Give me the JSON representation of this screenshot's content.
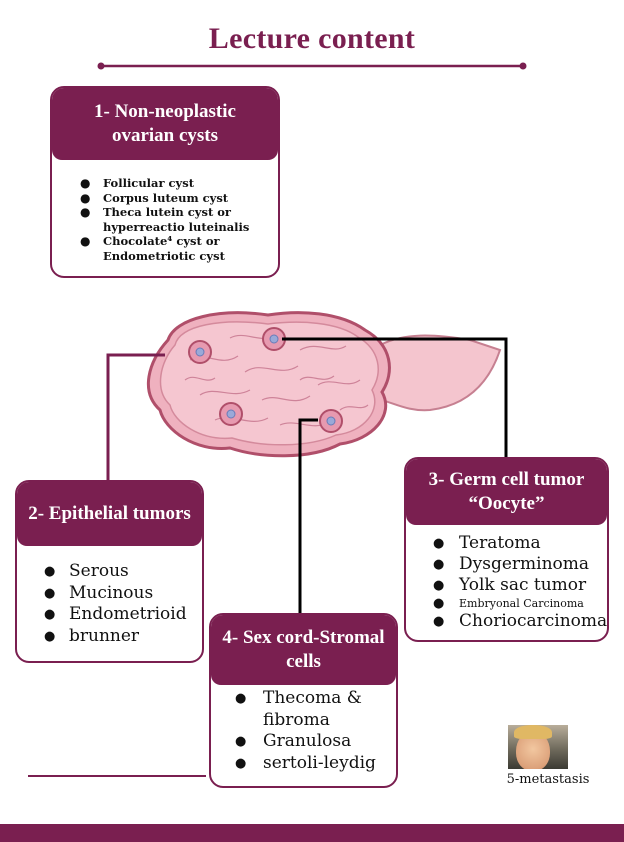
{
  "title": "Lecture content",
  "colors": {
    "accent": "#7a1f50",
    "ovary_fill": "#efb1bf",
    "ovary_stroke": "#b04f6a"
  },
  "boxes": {
    "non_neoplastic": {
      "heading": "1- Non-neoplastic ovarian cysts",
      "items": [
        "Follicular cyst",
        "Corpus luteum cyst",
        "Theca lutein cyst or hyperreactio luteinalis",
        "Chocolate⁴ cyst or Endometriotic cyst"
      ]
    },
    "epithelial": {
      "heading": "2- Epithelial tumors",
      "items": [
        "Serous",
        "Mucinous",
        "Endometrioid",
        "brunner"
      ]
    },
    "germ_cell": {
      "heading": "3- Germ cell tumor “Oocyte”",
      "items": [
        "Teratoma",
        "Dysgerminoma",
        "Yolk sac tumor",
        "Embryonal Carcinoma",
        "Choriocarcinoma"
      ]
    },
    "sex_cord": {
      "heading": "4- Sex cord-Stromal cells",
      "items": [
        "Thecoma & fibroma",
        "Granulosa",
        "sertoli-leydig"
      ]
    }
  },
  "metastasis_label": "5-metastasis",
  "bullet": "●"
}
